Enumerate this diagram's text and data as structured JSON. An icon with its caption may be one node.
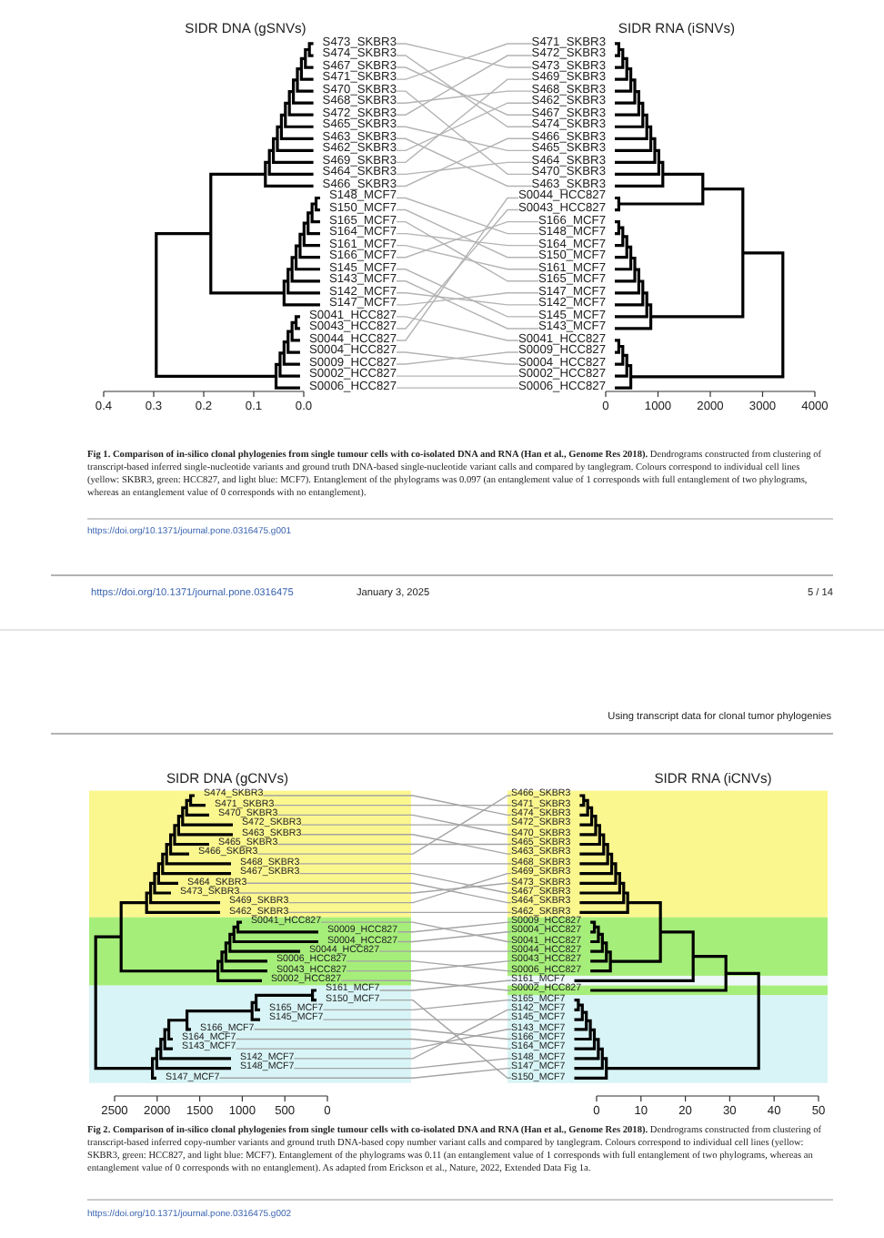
{
  "diagram": {
    "nodes": [
      {
        "text": [
          "S473_SKBR3"
        ]
      },
      {
        "text": [
          "S474_SKBR3"
        ]
      },
      {
        "text": [
          "S467_SKBR3"
        ]
      },
      {
        "text": [
          "S471_SKBR3"
        ]
      },
      {
        "text": [
          "S470_SKBR3"
        ]
      },
      {
        "text": [
          "S468_SKBR3"
        ]
      },
      {
        "text": [
          "S472_SKBR3"
        ]
      },
      {
        "text": [
          "S465_SKBR3"
        ]
      },
      {
        "text": [
          "S463_SKBR3"
        ]
      },
      {
        "text": [
          "S462_SKBR3"
        ]
      },
      {
        "text": [
          "S469_SKBR3"
        ]
      },
      {
        "text": [
          "S464_SKBR3"
        ]
      },
      {
        "text": [
          "S466_SKBR3"
        ]
      },
      {
        "text": [
          "S148_MCF7"
        ]
      },
      {
        "text": [
          "S150_MCF7"
        ]
      },
      {
        "text": [
          "S165_MCF7"
        ]
      },
      {
        "text": [
          "S164_MCF7"
        ]
      },
      {
        "text": [
          "S161_MCF7"
        ]
      },
      {
        "text": [
          "S166_MCF7"
        ]
      },
      {
        "text": [
          "S145_MCF7"
        ]
      },
      {
        "text": [
          "S143_MCF7"
        ]
      },
      {
        "text": [
          "S142_MCF7"
        ]
      },
      {
        "text": [
          "S147_MCF7"
        ]
      },
      {
        "text": [
          "S0041_HCC827"
        ]
      },
      {
        "text": [
          "S0043_HCC827"
        ]
      },
      {
        "text": [
          "S0044_HCC827"
        ]
      },
      {
        "text": [
          "S0004_HCC827"
        ]
      },
      {
        "text": [
          "S0009_HCC827"
        ]
      },
      {
        "text": [
          "S0002_HCC827"
        ]
      },
      {
        "text": [
          "S0006_HCC827"
        ]
      },
      {
        "text": [
          "S471_SKBR3"
        ]
      },
      {
        "text": [
          "S472_SKBR3"
        ]
      },
      {
        "text": [
          "S473_SKBR3"
        ]
      },
      {
        "text": [
          "S469_SKBR3"
        ]
      },
      {
        "text": [
          "S468_SKBR3"
        ]
      },
      {
        "text": [
          "S462_SKBR3"
        ]
      },
      {
        "text": [
          "S467_SKBR3"
        ]
      },
      {
        "text": [
          "S474_SKBR3"
        ]
      },
      {
        "text": [
          "S466_SKBR3"
        ]
      },
      {
        "text": [
          "S465_SKBR3"
        ]
      },
      {
        "text": [
          "S464_SKBR3"
        ]
      },
      {
        "text": [
          "S470_SKBR3"
        ]
      },
      {
        "text": [
          "S463_SKBR3"
        ]
      },
      {
        "text": [
          "S0044_HCC827"
        ]
      },
      {
        "text": [
          "S0043_HCC827"
        ]
      },
      {
        "text": [
          "S166_MCF7"
        ]
      },
      {
        "text": [
          "S148_MCF7"
        ]
      },
      {
        "text": [
          "S164_MCF7"
        ]
      },
      {
        "text": [
          "S150_MCF7"
        ]
      },
      {
        "text": [
          "S161_MCF7"
        ]
      },
      {
        "text": [
          "S165_MCF7"
        ]
      },
      {
        "text": [
          "S147_MCF7"
        ]
      },
      {
        "text": [
          "S142_MCF7"
        ]
      },
      {
        "text": [
          "S145_MCF7"
        ]
      },
      {
        "text": [
          "S143_MCF7"
        ]
      },
      {
        "text": [
          "S0041_HCC827"
        ]
      },
      {
        "text": [
          "S0009_HCC827"
        ]
      },
      {
        "text": [
          "S0004_HCC827"
        ]
      },
      {
        "text": [
          "S0002_HCC827"
        ]
      },
      {
        "text": [
          "S0006_HCC827"
        ]
      },
      {
        "text": [
          "S474_SKBR3"
        ]
      },
      {
        "text": [
          "S471_SKBR3"
        ]
      },
      {
        "text": [
          "S470_SKBR3"
        ]
      },
      {
        "text": [
          "S472_SKBR3"
        ]
      },
      {
        "text": [
          "S463_SKBR3"
        ]
      },
      {
        "text": [
          "S465_SKBR3"
        ]
      },
      {
        "text": [
          "S466_SKBR3"
        ]
      },
      {
        "text": [
          "S468_SKBR3"
        ]
      },
      {
        "text": [
          "S467_SKBR3"
        ]
      },
      {
        "text": [
          "S464_SKBR3"
        ]
      },
      {
        "text": [
          "S473_SKBR3"
        ]
      },
      {
        "text": [
          "S469_SKBR3"
        ]
      },
      {
        "text": [
          "S462_SKBR3"
        ]
      },
      {
        "text": [
          "S0041_HCC827"
        ]
      },
      {
        "text": [
          "S0009_HCC827"
        ]
      },
      {
        "text": [
          "S0004_HCC827"
        ]
      },
      {
        "text": [
          "S0044_HCC827"
        ]
      },
      {
        "text": [
          "S0006_HCC827"
        ]
      },
      {
        "text": [
          "S0043_HCC827"
        ]
      },
      {
        "text": [
          "S0002_HCC827"
        ]
      },
      {
        "text": [
          "S161_MCF7"
        ]
      },
      {
        "text": [
          "S150_MCF7"
        ]
      },
      {
        "text": [
          "S165_MCF7"
        ]
      },
      {
        "text": [
          "S145_MCF7"
        ]
      },
      {
        "text": [
          "S166_MCF7"
        ]
      },
      {
        "text": [
          "S164_MCF7"
        ]
      },
      {
        "text": [
          "S143_MCF7"
        ]
      },
      {
        "text": [
          "S142_MCF7"
        ]
      },
      {
        "text": [
          "S148_MCF7"
        ]
      },
      {
        "text": [
          "S147_MCF7"
        ]
      },
      {
        "text": [
          "S466_SKBR3"
        ]
      },
      {
        "text": [
          "S471_SKBR3"
        ]
      },
      {
        "text": [
          "S474_SKBR3"
        ]
      },
      {
        "text": [
          "S472_SKBR3"
        ]
      },
      {
        "text": [
          "S470_SKBR3"
        ]
      },
      {
        "text": [
          "S465_SKBR3"
        ]
      },
      {
        "text": [
          "S463_SKBR3"
        ]
      },
      {
        "text": [
          "S468_SKBR3"
        ]
      },
      {
        "text": [
          "S469_SKBR3"
        ]
      },
      {
        "text": [
          "S473_SKBR3"
        ]
      },
      {
        "text": [
          "S467_SKBR3"
        ]
      },
      {
        "text": [
          "S464_SKBR3"
        ]
      },
      {
        "text": [
          "S462_SKBR3"
        ]
      },
      {
        "text": [
          "S0009_HCC827"
        ]
      },
      {
        "text": [
          "S0004_HCC827"
        ]
      },
      {
        "text": [
          "S0041_HCC827"
        ]
      },
      {
        "text": [
          "S0044_HCC827"
        ]
      },
      {
        "text": [
          "S0043_HCC827"
        ]
      },
      {
        "text": [
          "S0006_HCC827"
        ]
      },
      {
        "text": [
          "S161_MCF7"
        ]
      },
      {
        "text": [
          "S0002_HCC827"
        ]
      },
      {
        "text": [
          "S165_MCF7"
        ]
      },
      {
        "text": [
          "S142_MCF7"
        ]
      },
      {
        "text": [
          "S145_MCF7"
        ]
      },
      {
        "text": [
          "S143_MCF7"
        ]
      },
      {
        "text": [
          "S166_MCF7"
        ]
      },
      {
        "text": [
          "S164_MCF7"
        ]
      },
      {
        "text": [
          "S148_MCF7"
        ]
      },
      {
        "text": [
          "S147_MCF7"
        ]
      },
      {
        "text": [
          "S150_MCF7"
        ]
      }
    ],
    "edges": [
      {
        "from": 0,
        "to": 32,
        "arrow": "none"
      },
      {
        "from": 1,
        "to": 37,
        "arrow": "none"
      },
      {
        "from": 2,
        "to": 36,
        "arrow": "none"
      },
      {
        "from": 3,
        "to": 30,
        "arrow": "none"
      },
      {
        "from": 4,
        "to": 41,
        "arrow": "none"
      },
      {
        "from": 5,
        "to": 34,
        "arrow": "none"
      },
      {
        "from": 6,
        "to": 31,
        "arrow": "none"
      },
      {
        "from": 7,
        "to": 39,
        "arrow": "none"
      },
      {
        "from": 8,
        "to": 42,
        "arrow": "none"
      },
      {
        "from": 9,
        "to": 35,
        "arrow": "none"
      },
      {
        "from": 10,
        "to": 33,
        "arrow": "none"
      },
      {
        "from": 11,
        "to": 40,
        "arrow": "none"
      },
      {
        "from": 12,
        "to": 38,
        "arrow": "none"
      },
      {
        "from": 13,
        "to": 46,
        "arrow": "none"
      },
      {
        "from": 14,
        "to": 48,
        "arrow": "none"
      },
      {
        "from": 15,
        "to": 50,
        "arrow": "none"
      },
      {
        "from": 16,
        "to": 47,
        "arrow": "none"
      },
      {
        "from": 17,
        "to": 49,
        "arrow": "none"
      },
      {
        "from": 18,
        "to": 45,
        "arrow": "none"
      },
      {
        "from": 19,
        "to": 53,
        "arrow": "none"
      },
      {
        "from": 20,
        "to": 54,
        "arrow": "none"
      },
      {
        "from": 21,
        "to": 52,
        "arrow": "none"
      },
      {
        "from": 22,
        "to": 51,
        "arrow": "none"
      },
      {
        "from": 23,
        "to": 55,
        "arrow": "none"
      },
      {
        "from": 24,
        "to": 44,
        "arrow": "none"
      },
      {
        "from": 25,
        "to": 43,
        "arrow": "none"
      },
      {
        "from": 26,
        "to": 57,
        "arrow": "none"
      },
      {
        "from": 27,
        "to": 56,
        "arrow": "none"
      },
      {
        "from": 28,
        "to": 58,
        "arrow": "none"
      },
      {
        "from": 29,
        "to": 59,
        "arrow": "none"
      },
      {
        "from": 60,
        "to": 92,
        "arrow": "none"
      },
      {
        "from": 61,
        "to": 91,
        "arrow": "none"
      },
      {
        "from": 62,
        "to": 94,
        "arrow": "none"
      },
      {
        "from": 63,
        "to": 93,
        "arrow": "none"
      },
      {
        "from": 64,
        "to": 96,
        "arrow": "none"
      },
      {
        "from": 65,
        "to": 95,
        "arrow": "none"
      },
      {
        "from": 66,
        "to": 90,
        "arrow": "none"
      },
      {
        "from": 67,
        "to": 97,
        "arrow": "none"
      },
      {
        "from": 68,
        "to": 100,
        "arrow": "none"
      },
      {
        "from": 69,
        "to": 101,
        "arrow": "none"
      },
      {
        "from": 70,
        "to": 99,
        "arrow": "none"
      },
      {
        "from": 71,
        "to": 98,
        "arrow": "none"
      },
      {
        "from": 72,
        "to": 102,
        "arrow": "none"
      },
      {
        "from": 73,
        "to": 105,
        "arrow": "none"
      },
      {
        "from": 74,
        "to": 103,
        "arrow": "none"
      },
      {
        "from": 75,
        "to": 104,
        "arrow": "none"
      },
      {
        "from": 76,
        "to": 106,
        "arrow": "none"
      },
      {
        "from": 77,
        "to": 108,
        "arrow": "none"
      },
      {
        "from": 78,
        "to": 107,
        "arrow": "none"
      },
      {
        "from": 79,
        "to": 110,
        "arrow": "none"
      },
      {
        "from": 80,
        "to": 109,
        "arrow": "none"
      },
      {
        "from": 81,
        "to": 119,
        "arrow": "none"
      },
      {
        "from": 82,
        "to": 111,
        "arrow": "none"
      },
      {
        "from": 83,
        "to": 113,
        "arrow": "none"
      },
      {
        "from": 84,
        "to": 115,
        "arrow": "none"
      },
      {
        "from": 85,
        "to": 116,
        "arrow": "none"
      },
      {
        "from": 86,
        "to": 114,
        "arrow": "none"
      },
      {
        "from": 87,
        "to": 112,
        "arrow": "none"
      },
      {
        "from": 88,
        "to": 117,
        "arrow": "none"
      },
      {
        "from": 89,
        "to": 118,
        "arrow": "none"
      }
    ],
    "labels": [
      "SIDR DNA (gSNVs)",
      "SIDR RNA (iSNVs)",
      "0.4",
      "0.3",
      "0.2",
      "0.1",
      "0.0",
      "0",
      "1000",
      "2000",
      "3000",
      "4000",
      "**Fig 1. Comparison of in-silico clonal phylogenies from single tumour cells with co-isolated DNA and RNA (Han et al., Genome Res 2018).** Dendrograms constructed from clustering of transcript-based inferred single-nucleotide variants and ground truth DNA-based single-nucleotide variant calls and compared by tanglegram. Colours correspond to individual cell lines (yellow: SKBR3, green: HCC827, and light blue: MCF7). Entanglement of the phylograms was 0.097 (an entanglement value of 1 corresponds with full entanglement of two phylograms, whereas an entanglement value of 0 corresponds with no entanglement).",
      "https://doi.org/10.1371/journal.pone.0316475.g001",
      "https://doi.org/10.1371/journal.pone.0316475",
      "January 3, 2025",
      "5 / 14",
      "Using transcript data for clonal tumor phylogenies",
      "SIDR DNA (gCNVs)",
      "SIDR RNA (iCNVs)",
      "2500",
      "2000",
      "1500",
      "1000",
      "500",
      "0",
      "0",
      "10",
      "20",
      "30",
      "40",
      "50",
      "**Fig 2. Comparison of in-silico clonal phylogenies from single tumour cells with co-isolated DNA and RNA (Han et al., Genome Res 2018).** Dendrograms constructed from clustering of transcript-based inferred copy-number variants and ground truth DNA-based copy number variant calls and compared by tanglegram. Colours correspond to individual cell lines (yellow: SKBR3, green: HCC827, and light blue: MCF7). Entanglement of the phylograms was 0.11 (an entanglement value of 1 corresponds with full entanglement of two phylograms, whereas an entanglement value of 0 corresponds with no entanglement). As adapted from Erickson et al., Nature, 2022, Extended Data Fig 1a.",
      "https://doi.org/10.1371/journal.pone.0316475.g002"
    ]
  }
}
